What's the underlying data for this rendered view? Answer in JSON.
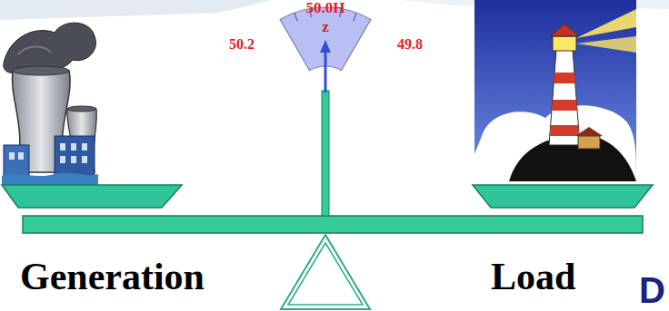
{
  "diagram": {
    "labels": [
      "50.0H",
      "z",
      "50.2",
      "49.8",
      "Generation",
      "Load",
      "D"
    ]
  }
}
